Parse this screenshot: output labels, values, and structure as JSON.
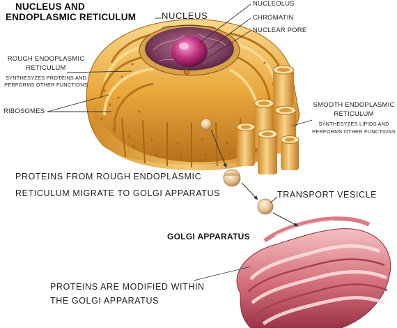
{
  "title_line1": "NUCLEUS AND",
  "title_line2": "ENDOPLASMIC RETICULUM",
  "labels": {
    "nucleus": "NUCLEUS",
    "nucleolus": "NUCLEOLUS",
    "chromatin": "CHROMATIN",
    "nuclear_pore": "NUCLEAR PORE",
    "rough_er_line1": "ROUGH ENDOPLASMIC",
    "rough_er_line2": "RETICULUM",
    "rough_er_desc1": "SYNTHESYZES PROTEINS AND",
    "rough_er_desc2": "PERFORMS OTHER FUNCTIONS",
    "ribosomes": "RIBOSOMES",
    "smooth_er_line1": "SMOOTH ENDOPLASMIC",
    "smooth_er_line2": "RETICULUM",
    "smooth_er_desc1": "SYNTHESYZES LIPIDS AND",
    "smooth_er_desc2": "PERFORMS OTHER FUNCTIONS",
    "proteins_migrate_line1": "PROTEINS FROM ROUGH ENDOPLASMIC",
    "proteins_migrate_line2": "RETICULUM MIGRATE TO GOLGI APPARATUS",
    "transport_vesicle": "TRANSPORT VESICLE",
    "golgi_apparatus": "GOLGI APPARATUS",
    "proteins_modified_line1": "PROTEINS ARE MODIFIED WITHIN",
    "proteins_modified_line2": "THE GOLGI APPARATUS"
  },
  "colors": {
    "er_gold": "#e8a53a",
    "er_light": "#f6d487",
    "er_dark": "#b8741d",
    "nucleus_purple": "#7a3a5c",
    "nucleolus_magenta": "#c0307e",
    "golgi_pink": "#c95a68",
    "golgi_light": "#f0b3b5",
    "vesicle": "#e6c79a"
  }
}
